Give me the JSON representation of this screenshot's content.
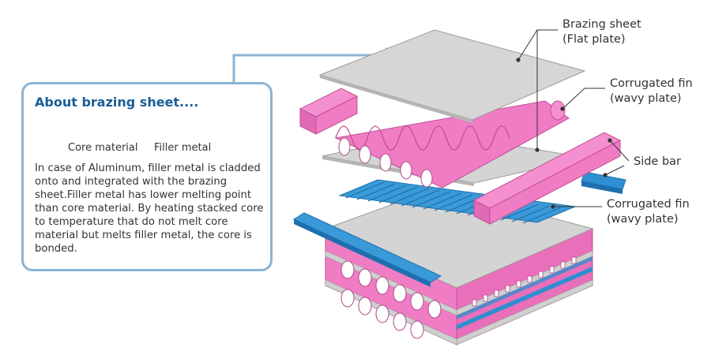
{
  "about": {
    "title": "About brazing sheet....",
    "core_label": "Core material",
    "filler_label": "Filler metal",
    "description": "In case of Aluminum, filler metal is cladded onto and integrated with the brazing sheet.Filler metal has lower melting point than core material. By heating stacked core to temperature that do not melt core material but melts filler metal, the core is bonded."
  },
  "labels": {
    "brazing_sheet_line1": "Brazing sheet",
    "brazing_sheet_line2": "(Flat plate)",
    "fin_top_line1": "Corrugated fin",
    "fin_top_line2": "(wavy plate)",
    "side_bar": "Side bar",
    "fin_bottom_line1": "Corrugated fin",
    "fin_bottom_line2": "(wavy plate)"
  },
  "colors": {
    "pink": "#f07cc4",
    "pink_dark": "#d95aa9",
    "blue": "#2f8fd0",
    "blue_dark": "#1e6fad",
    "plate": "#d4d4d4",
    "plate_edge": "#9a9a9a",
    "callout_border": "#8ab4d4",
    "title_blue": "#1a5e96"
  }
}
